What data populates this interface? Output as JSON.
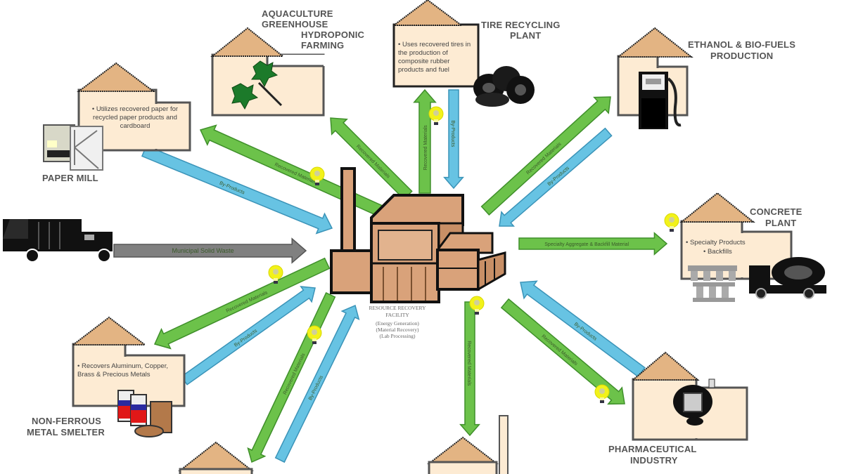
{
  "title": "Eco-Industrial Park Resource Flow Diagram",
  "colors": {
    "roof": "#e3b483",
    "building_wall": "#fdebd3",
    "building_stroke": "#555555",
    "hub_brown": "#d9a27a",
    "green_arrow": "#6cc24a",
    "blue_arrow": "#67c3e3",
    "gray_arrow": "#808080",
    "bulb_yellow": "#f2f21a"
  },
  "hub": {
    "name": "Resource Recovery Facility",
    "caption_line1": "RESOURCE RECOVERY",
    "caption_line2": "FACILITY",
    "caption_lines": [
      "(Energy Generation)",
      "(Material Recovery)",
      "(Lab Processing)"
    ]
  },
  "input": {
    "vehicle": "garbage-truck",
    "arrow_label": "Municipal Solid Waste"
  },
  "facilities": [
    {
      "id": "paper-mill",
      "label": "PAPER MILL",
      "bullets": "• Utilizes recovered paper for recycled paper products and cardboard"
    },
    {
      "id": "aquaculture",
      "label_lines": [
        "AQUACULTURE",
        "GREENHOUSE",
        "HYDROPONIC",
        "FARMING"
      ]
    },
    {
      "id": "tire-recycling",
      "label_lines": [
        "TIRE RECYCLING",
        "PLANT"
      ],
      "bullets": "• Uses recovered tires in the production of composite rubber products and fuel"
    },
    {
      "id": "ethanol",
      "label_lines": [
        "ETHANOL & BIO-FUELS",
        "PRODUCTION"
      ]
    },
    {
      "id": "concrete",
      "label_lines": [
        "CONCRETE",
        "PLANT"
      ],
      "bullets_lines": [
        "• Specialty Products",
        "• Backfills"
      ]
    },
    {
      "id": "pharmaceutical",
      "label_lines": [
        "PHARMACEUTICAL",
        "INDUSTRY"
      ]
    },
    {
      "id": "non-ferrous",
      "label_lines": [
        "NON-FERROUS",
        "METAL SMELTER"
      ],
      "bullets": "• Recovers Aluminum, Copper, Brass & Precious Metals"
    }
  ],
  "flows": {
    "to_concrete": "Specialty Aggregate & Backfill Material",
    "green": "Recovered Materials",
    "blue": "By-Products"
  }
}
